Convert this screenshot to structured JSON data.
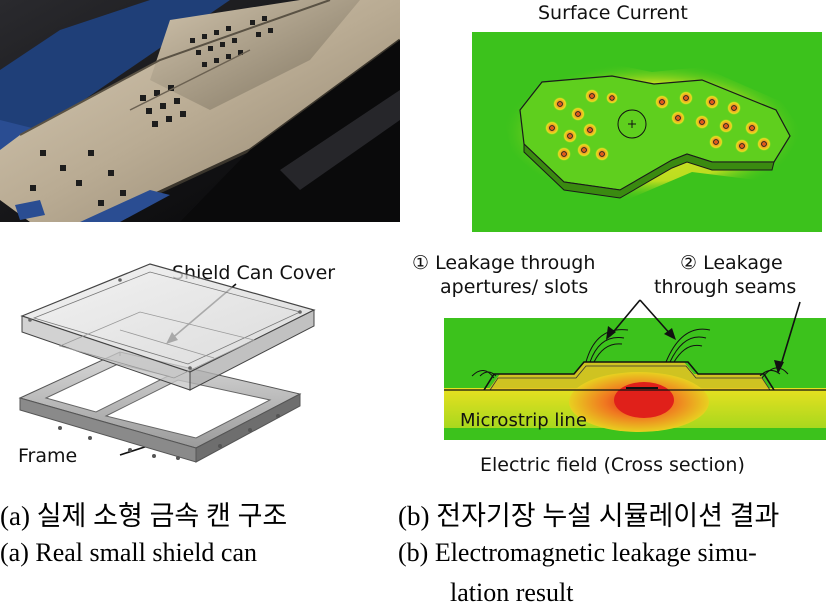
{
  "panel_b": {
    "surface_current_title": "Surface Current",
    "leakage_1": [
      "① Leakage through",
      "apertures/ slots"
    ],
    "leakage_2": [
      "② Leakage",
      "through seams"
    ],
    "microstrip_label": "Microstrip line",
    "electric_field_label": "Electric field (Cross section)"
  },
  "panel_a": {
    "shield_can_cover_label": "Shield Can Cover",
    "frame_label": "Frame"
  },
  "captions": {
    "a_korean": "(a) 실제 소형 금속 캔 구조",
    "b_korean": "(b) 전자기장 누설 시뮬레이션 결과",
    "a_english": "(a) Real small shield can",
    "b_english_line1": "(b) Electromagnetic leakage simu-",
    "b_english_line2": "lation result"
  },
  "colors": {
    "field_green": "#3cc21c",
    "hot_red": "#e0201a",
    "warm_yellow": "#e8e020",
    "metal": "#b8aa92"
  }
}
